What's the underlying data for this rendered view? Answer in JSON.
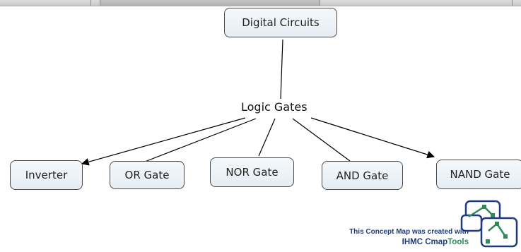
{
  "map": {
    "root": {
      "label": "Digital Circuits"
    },
    "linking_phrase": "Logic Gates",
    "children": [
      {
        "label": "Inverter"
      },
      {
        "label": "OR Gate"
      },
      {
        "label": "NOR Gate"
      },
      {
        "label": "AND Gate"
      },
      {
        "label": "NAND Gate"
      }
    ]
  },
  "footer": {
    "line1": "This Concept Map was created with",
    "brand_ihmc": "IHMC Cmap",
    "brand_tools": "Tools"
  },
  "colors": {
    "node_fill": "#eaf0f5",
    "node_border": "#4a4a4a",
    "footer_text": "#1f3b7a",
    "footer_accent": "#2e8b57"
  }
}
